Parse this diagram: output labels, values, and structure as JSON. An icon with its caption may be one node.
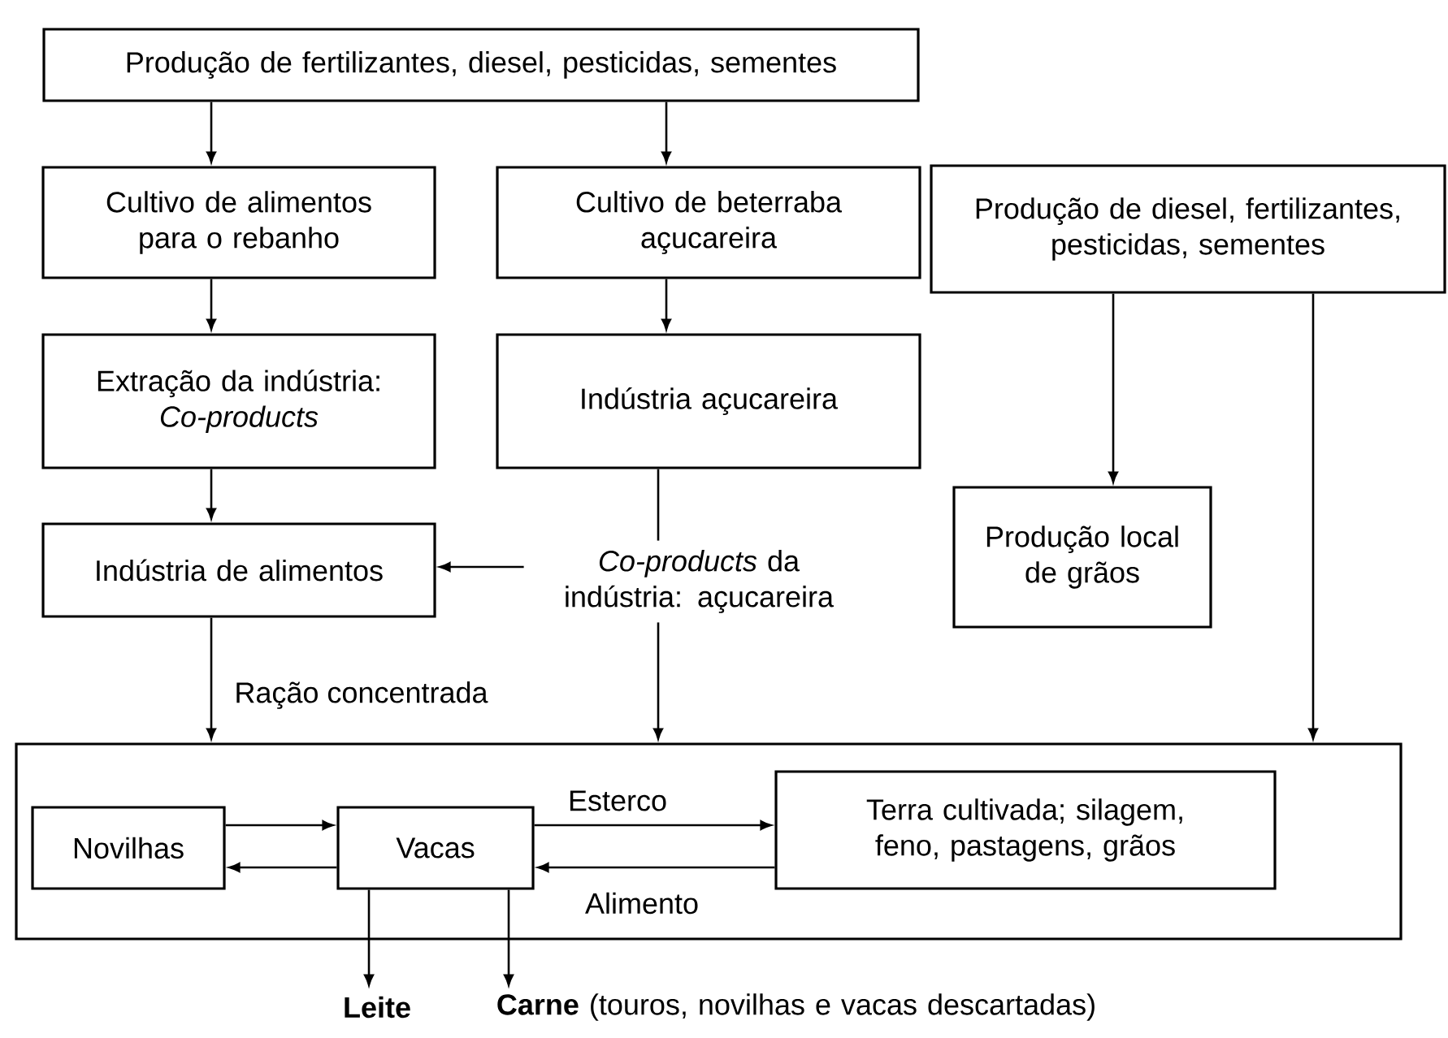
{
  "diagram": {
    "nodes": [
      {
        "text": [
          "Produção de fertilizantes, diesel, pesticidas, sementes"
        ]
      },
      {
        "text": [
          "Cultivo de alimentos para o rebanho"
        ]
      },
      {
        "text": [
          "Cultivo de beterraba açucareira"
        ]
      },
      {
        "text": [
          "Produção de diesel, fertilizantes, pesticidas, sementes"
        ]
      },
      {
        "text": [
          "Extração da indústria: *Co-products*"
        ]
      },
      {
        "text": [
          "Indústria açucareira"
        ]
      },
      {
        "text": [
          "Indústria de alimentos"
        ]
      },
      {
        "text": [
          "*Co-products* da indústria: açucareira"
        ]
      },
      {
        "text": [
          "Produção local de grãos"
        ]
      },
      {
        "text": [],
        "shape": "box"
      },
      {
        "text": [
          "Novilhas"
        ],
        "in": 9
      },
      {
        "text": [
          "Vacas"
        ],
        "in": 9
      },
      {
        "text": [
          "Terra cultivada; silagem, feno, pastagens, grãos"
        ],
        "in": 9
      },
      {
        "text": [
          "Leite"
        ]
      },
      {
        "text": [
          "**Carne** (touros, novilhas e vacas descartadas)"
        ]
      }
    ],
    "edges": [
      {
        "from": 0,
        "to": 1,
        "arrow": "to"
      },
      {
        "from": 0,
        "to": 2,
        "arrow": "to"
      },
      {
        "from": 1,
        "to": 4,
        "arrow": "to"
      },
      {
        "from": 2,
        "to": 5,
        "arrow": "to"
      },
      {
        "from": 4,
        "to": 6,
        "arrow": "to"
      },
      {
        "from": 5,
        "to": 7,
        "arrow": "none"
      },
      {
        "from": 7,
        "to": 6,
        "arrow": "to"
      },
      {
        "from": 7,
        "to": 9,
        "arrow": "to"
      },
      {
        "from": 6,
        "to": 9,
        "arrow": "to",
        "label": "Ração concentrada"
      },
      {
        "from": 3,
        "to": 8,
        "arrow": "to"
      },
      {
        "from": 3,
        "to": 9,
        "arrow": "to"
      },
      {
        "from": 10,
        "to": 11,
        "arrow": "to"
      },
      {
        "from": 11,
        "to": 10,
        "arrow": "to"
      },
      {
        "from": 11,
        "to": 12,
        "arrow": "to",
        "label": "Esterco"
      },
      {
        "from": 12,
        "to": 11,
        "arrow": "to",
        "label": "Alimento"
      },
      {
        "from": 11,
        "to": 13,
        "arrow": "to"
      },
      {
        "from": 11,
        "to": 14,
        "arrow": "to"
      }
    ]
  }
}
